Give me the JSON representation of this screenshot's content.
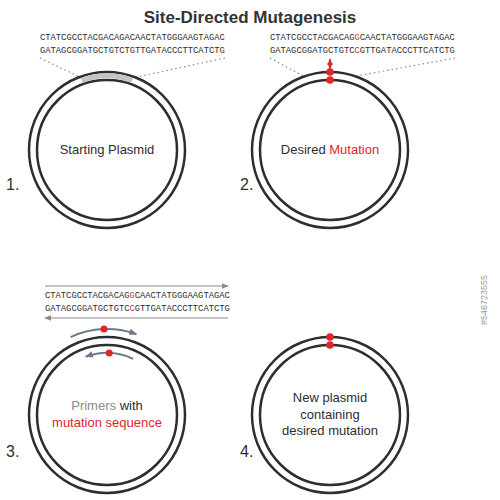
{
  "diagram": {
    "title": "Site-Directed Mutagenesis",
    "nodes": [
      {
        "text": [
          "Starting Plasmid"
        ]
      },
      {
        "text": [
          "Desired",
          "Mutation"
        ]
      },
      {
        "text": [
          "Primers",
          "with",
          "mutation sequence"
        ]
      },
      {
        "text": [
          "New plasmid containing desired mutation"
        ]
      }
    ],
    "labels": [
      "1.",
      "2.",
      "3.",
      "4.",
      "CTATCGCCTACGACAGACAACTATGGGAAGTAGAC",
      "GATAGCGGATGCTGTCTGTTGATACCCTTCATCTG",
      "CTATCGCCTACGACAG",
      "G",
      "CAACTATGGGAAGTAGAC",
      "GATAGCGGATGCTGTC",
      "C",
      "GTTGATACCCTTCATCTG",
      "CTATCGCCTACGACAG",
      "G",
      "CAACTATGGGAAGTAGAC",
      "GATAGCGGATGCTGTC",
      "C",
      "GTTGATACCCTTCATCTG",
      "#546723555"
    ]
  }
}
